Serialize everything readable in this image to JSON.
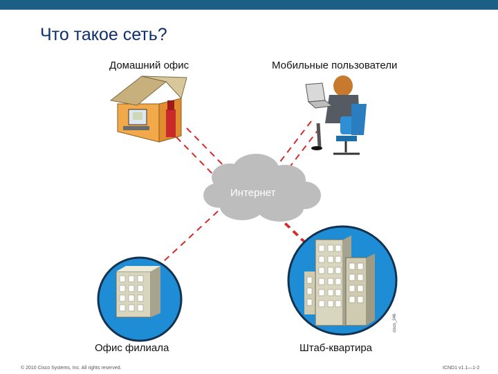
{
  "slide": {
    "title": "Что такое сеть?",
    "accent_color": "#1b5f87",
    "title_color": "#0f2f6a"
  },
  "nodes": {
    "home_office": "Домашний офис",
    "mobile_users": "Мобильные пользователи",
    "internet": "Интернет",
    "branch_office": "Офис филиала",
    "headquarters": "Штаб-квартира"
  },
  "connections": [
    {
      "from": "home_office",
      "to": "internet",
      "style": "dashed",
      "color": "#d42a2a"
    },
    {
      "from": "mobile_users",
      "to": "internet",
      "style": "dashed",
      "color": "#d42a2a"
    },
    {
      "from": "branch_office",
      "to": "internet",
      "style": "dashed",
      "color": "#d42a2a"
    },
    {
      "from": "headquarters",
      "to": "internet",
      "style": "dashed",
      "color": "#d42a2a"
    }
  ],
  "footer": {
    "copyright": "© 2010 Cisco Systems, Inc. All rights reserved.",
    "page_ref": "ICND1 v1.1—1-2"
  },
  "side_code": "cisco_246"
}
